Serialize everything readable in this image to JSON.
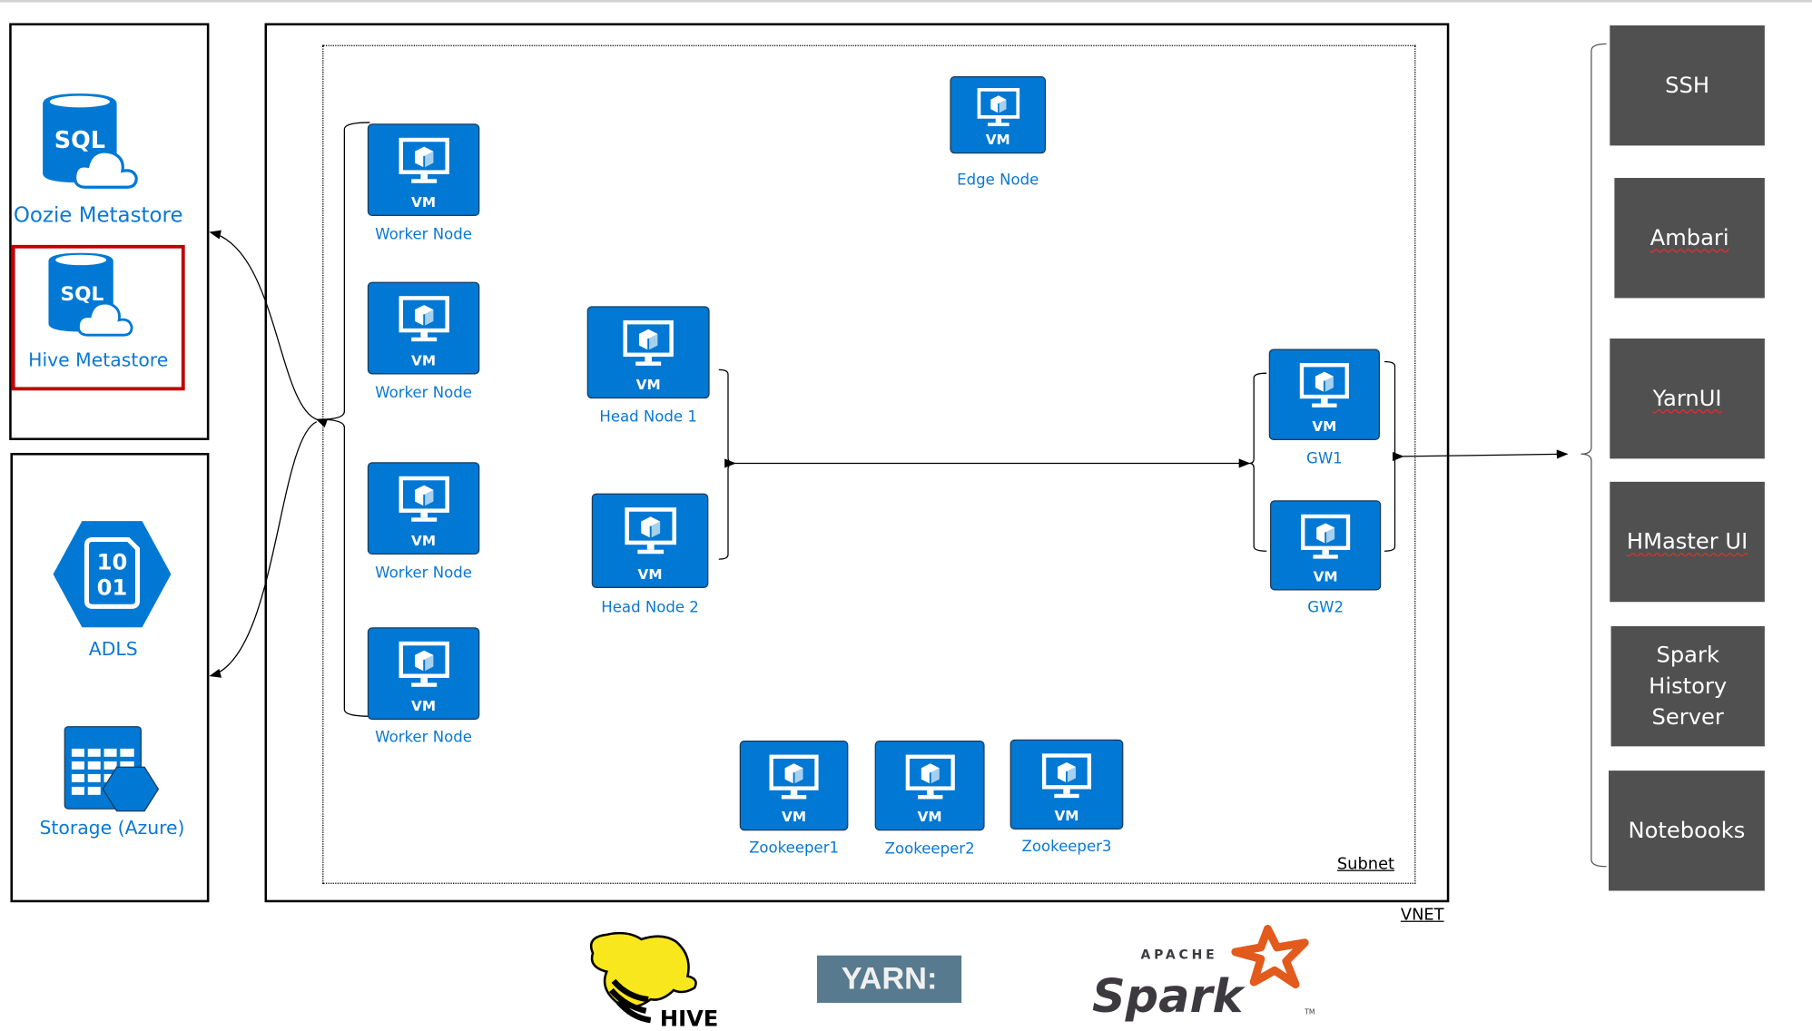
{
  "colors": {
    "azure_blue": "#0078d4",
    "label_blue": "#0a78d4",
    "service_gray": "#505050",
    "highlight_red": "#c00000"
  },
  "left_panel": {
    "oozie": {
      "icon": "sql-database-cloud-icon",
      "icon_text": "SQL",
      "label": "Oozie Metastore"
    },
    "hive": {
      "icon": "sql-database-cloud-icon",
      "icon_text": "SQL",
      "label": "Hive Metastore",
      "highlighted": true
    },
    "adls": {
      "icon": "data-lake-store-icon",
      "icon_text_1": "10",
      "icon_text_2": "01",
      "label": "ADLS"
    },
    "storage": {
      "icon": "storage-table-icon",
      "label": "Storage (Azure)"
    }
  },
  "vm_badge": "VM",
  "nodes": [
    {
      "id": "edge-node",
      "label": "Edge Node"
    },
    {
      "id": "worker-node-1",
      "label": "Worker Node"
    },
    {
      "id": "worker-node-2",
      "label": "Worker Node"
    },
    {
      "id": "worker-node-3",
      "label": "Worker Node"
    },
    {
      "id": "worker-node-4",
      "label": "Worker Node"
    },
    {
      "id": "head-node-1",
      "label": "Head Node 1"
    },
    {
      "id": "head-node-2",
      "label": "Head Node 2"
    },
    {
      "id": "gw1",
      "label": "GW1"
    },
    {
      "id": "gw2",
      "label": "GW2"
    },
    {
      "id": "zookeeper1",
      "label": "Zookeeper1"
    },
    {
      "id": "zookeeper2",
      "label": "Zookeeper2"
    },
    {
      "id": "zookeeper3",
      "label": "Zookeeper3"
    }
  ],
  "containers": {
    "subnet": "Subnet",
    "vnet": "VNET"
  },
  "services": [
    {
      "label": "SSH"
    },
    {
      "label": "Ambari",
      "spellcheck": true
    },
    {
      "label": "YarnUI",
      "spellcheck": true
    },
    {
      "label": "HMaster UI",
      "spellcheck": true
    },
    {
      "label": "Spark History Server"
    },
    {
      "label": "Notebooks"
    }
  ],
  "logos": {
    "hive": "HIVE",
    "yarn": "YARN:",
    "spark_top": "APACHE",
    "spark": "Spark",
    "spark_tm": "TM"
  }
}
